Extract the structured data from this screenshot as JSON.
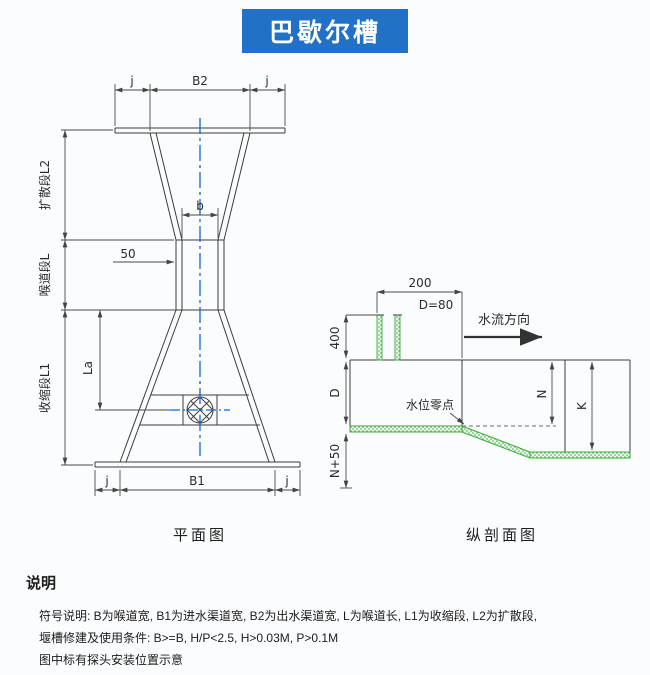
{
  "title": {
    "text": "巴歇尔槽",
    "bg_color": "#2071c7",
    "text_color": "#ffffff"
  },
  "colors": {
    "drawing_line": "#3c3c3c",
    "centerline_blue": "#1565d0",
    "hatch_green": "#3fae3f"
  },
  "plan": {
    "caption": "平面图",
    "dim_j_top_left": "j",
    "dim_b2": "B2",
    "dim_j_top_right": "j",
    "dim_b": "b",
    "dim_50": "50",
    "dim_la": "La",
    "dim_j_bottom_left": "j",
    "dim_b1": "B1",
    "dim_j_bottom_right": "j",
    "sec_l2": "扩散段L2",
    "sec_l": "喉道段L",
    "sec_l1": "收缩段L1"
  },
  "section": {
    "caption": "纵剖面图",
    "dim_200": "200",
    "dim_d80": "D=80",
    "flow": "水流方向",
    "dim_400": "400",
    "dim_d": "D",
    "water_zero": "水位零点",
    "dim_n": "N",
    "dim_k": "K",
    "dim_n50": "N+50"
  },
  "notes": {
    "heading": "说明",
    "line1": "符号说明: B为喉道宽, B1为进水渠道宽, B2为出水渠道宽, L为喉道长, L1为收缩段, L2为扩散段,",
    "line2": "堰槽修建及使用条件: B>=B, H/P<2.5, H>0.03M, P>0.1M",
    "line3": "图中标有探头安装位置示意"
  }
}
